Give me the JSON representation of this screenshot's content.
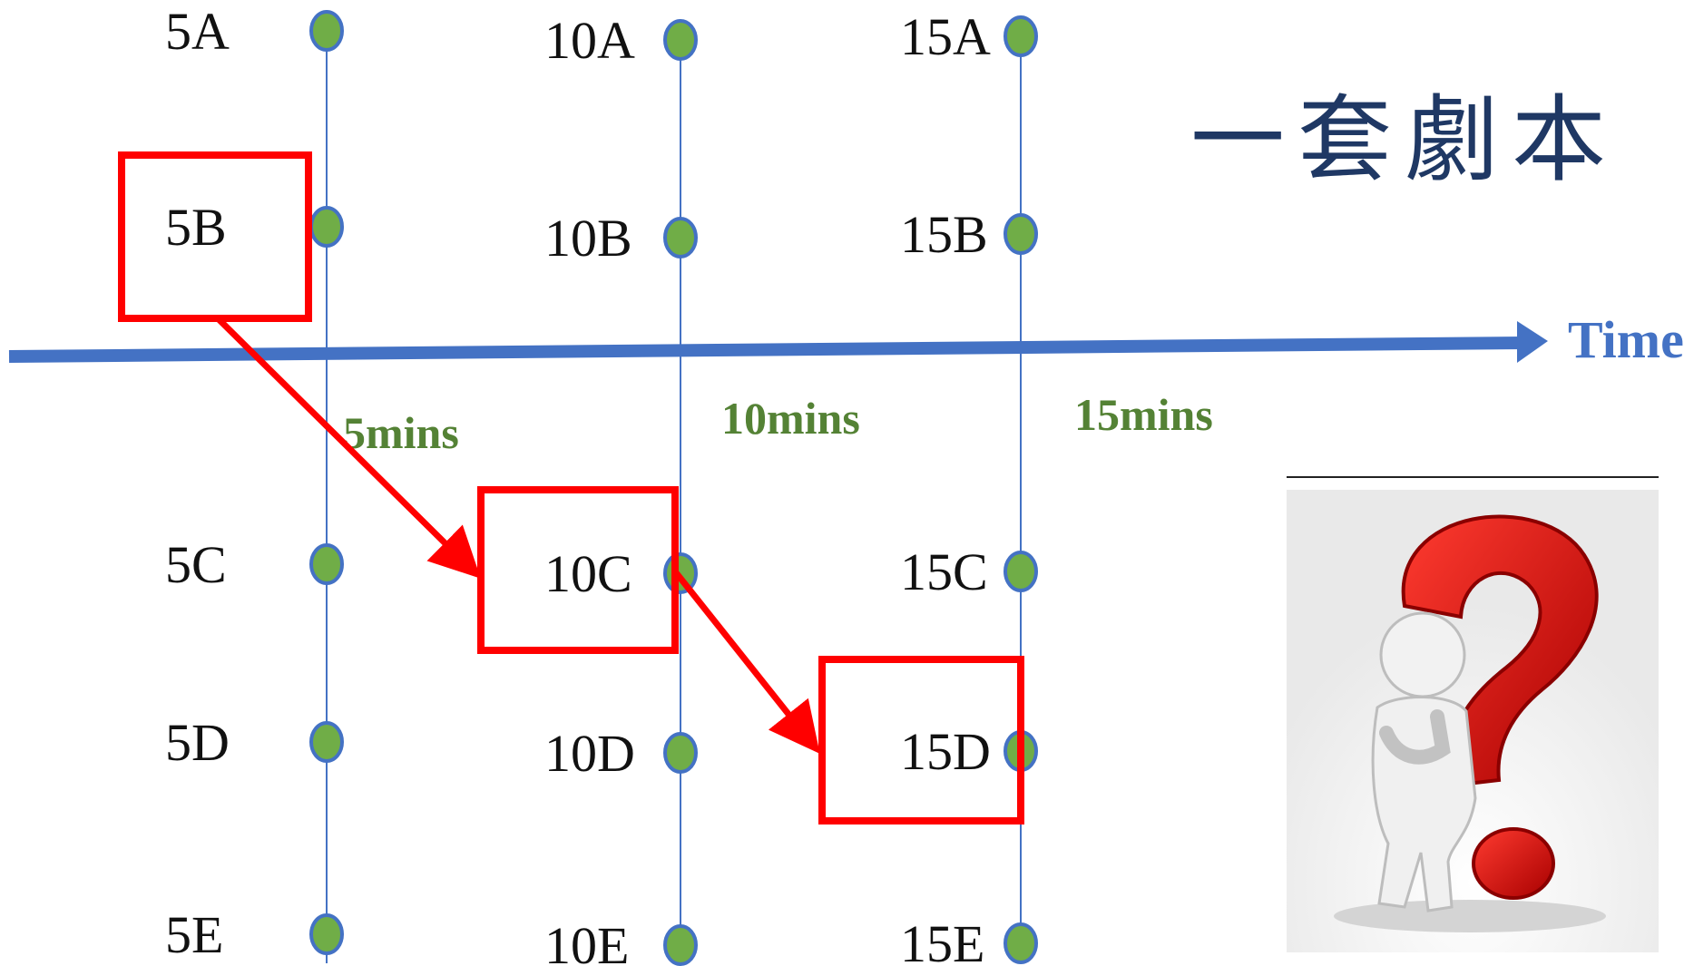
{
  "title": "一套劇本",
  "axis": {
    "label": "Time",
    "color": "#4472c4"
  },
  "colors": {
    "node_fill": "#70ad47",
    "node_stroke": "#4472c4",
    "highlight": "#ff0000",
    "column_line": "#4472c4",
    "interval_label": "#548235",
    "title": "#1f3864"
  },
  "columns": [
    {
      "interval": "5mins",
      "nodes": [
        "5A",
        "5B",
        "5C",
        "5D",
        "5E"
      ]
    },
    {
      "interval": "10mins",
      "nodes": [
        "10A",
        "10B",
        "10C",
        "10D",
        "10E"
      ]
    },
    {
      "interval": "15mins",
      "nodes": [
        "15A",
        "15B",
        "15C",
        "15D",
        "15E"
      ]
    }
  ],
  "selected_path": [
    "5B",
    "10C",
    "15D"
  ],
  "illustration": {
    "icon": "thinking-person-question-mark-icon"
  }
}
